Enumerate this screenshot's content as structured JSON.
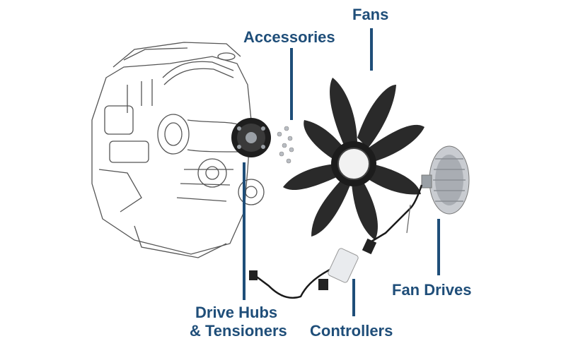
{
  "labels": {
    "fans": "Fans",
    "accessories": "Accessories",
    "fan_drives": "Fan Drives",
    "drive_hubs_line1": "Drive Hubs",
    "drive_hubs_line2": "& Tensioners",
    "controllers": "Controllers"
  },
  "colors": {
    "label_text": "#1f4e79",
    "leader_line": "#1f4e79",
    "engine_outline": "#555555",
    "fan_blade": "#2a2a2a",
    "metal": "#b8bcc2"
  },
  "illustrations": {
    "engine": "engine-line-drawing",
    "fan": "cooling-fan",
    "fan_drive": "viscous-fan-drive",
    "controller": "fan-controller-module",
    "hub": "drive-hub-pulley"
  }
}
